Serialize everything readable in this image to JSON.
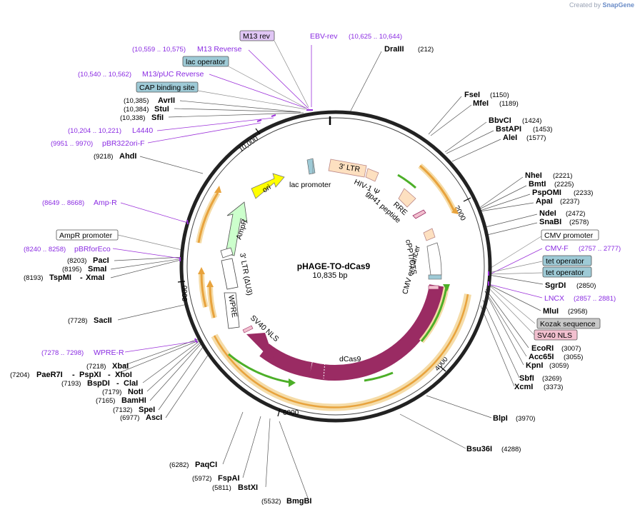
{
  "watermark": {
    "prefix": "Created by",
    "brand": "SnapGene"
  },
  "plasmid": {
    "name": "pHAGE-TO-dCas9",
    "length_label": "10,835 bp",
    "length": 10835
  },
  "ticks": [
    "2000",
    "4000",
    "6000",
    "8000",
    "10,000"
  ],
  "enzymes_right": [
    {
      "name": "DraIII",
      "loc": "(212)"
    },
    {
      "name": "FseI",
      "loc": "(1150)"
    },
    {
      "name": "MfeI",
      "loc": "(1189)"
    },
    {
      "name": "BbvCI",
      "loc": "(1424)"
    },
    {
      "name": "BstAPI",
      "loc": "(1453)"
    },
    {
      "name": "AleI",
      "loc": "(1577)"
    },
    {
      "name": "NheI",
      "loc": "(2221)"
    },
    {
      "name": "BmtI",
      "loc": "(2225)"
    },
    {
      "name": "PspOMI",
      "loc": "(2233)"
    },
    {
      "name": "ApaI",
      "loc": "(2237)"
    },
    {
      "name": "NdeI",
      "loc": "(2472)"
    },
    {
      "name": "SnaBI",
      "loc": "(2578)"
    },
    {
      "name": "SgrDI",
      "loc": "(2850)"
    },
    {
      "name": "MluI",
      "loc": "(2958)"
    },
    {
      "name": "EcoRI",
      "loc": "(3007)"
    },
    {
      "name": "Acc65I",
      "loc": "(3055)"
    },
    {
      "name": "KpnI",
      "loc": "(3059)"
    },
    {
      "name": "SbfI",
      "loc": "(3269)"
    },
    {
      "name": "XcmI",
      "loc": "(3373)"
    },
    {
      "name": "BlpI",
      "loc": "(3970)"
    },
    {
      "name": "Bsu36I",
      "loc": "(4288)"
    }
  ],
  "enzymes_bottom": [
    {
      "name": "BmgBI",
      "loc": "(5532)"
    },
    {
      "name": "BstXI",
      "loc": "(5811)"
    },
    {
      "name": "FspAI",
      "loc": "(5972)"
    },
    {
      "name": "PaqCI",
      "loc": "(6282)"
    }
  ],
  "enzymes_left": [
    {
      "name": "AvrII",
      "loc": "(10,385)"
    },
    {
      "name": "StuI",
      "loc": "(10,384)"
    },
    {
      "name": "SfiI",
      "loc": "(10,338)"
    },
    {
      "name": "AhdI",
      "loc": "(9218)"
    },
    {
      "name": "PacI",
      "loc": "(8203)"
    },
    {
      "name": "SmaI",
      "loc": "(8195)"
    },
    {
      "name": "TspMI",
      "loc": "(8193)"
    },
    {
      "name": "XmaI",
      "loc": ""
    },
    {
      "name": "SacII",
      "loc": "(7728)"
    },
    {
      "name": "XbaI",
      "loc": "(7218)"
    },
    {
      "name": "PaeR7I",
      "loc": "(7204)"
    },
    {
      "name": "PspXI",
      "loc": ""
    },
    {
      "name": "XhoI",
      "loc": ""
    },
    {
      "name": "BspDI",
      "loc": "(7193)"
    },
    {
      "name": "ClaI",
      "loc": ""
    },
    {
      "name": "NotI",
      "loc": "(7179)"
    },
    {
      "name": "BamHI",
      "loc": "(7165)"
    },
    {
      "name": "SpeI",
      "loc": "(7132)"
    },
    {
      "name": "AscI",
      "loc": "(6977)"
    }
  ],
  "primers": [
    {
      "name": "EBV-rev",
      "loc": "(10,625 .. 10,644)"
    },
    {
      "name": "M13 Reverse",
      "loc": "(10,559 .. 10,575)"
    },
    {
      "name": "M13/pUC Reverse",
      "loc": "(10,540 .. 10,562)"
    },
    {
      "name": "L4440",
      "loc": "(10,204 .. 10,221)"
    },
    {
      "name": "pBR322ori-F",
      "loc": "(9951 .. 9970)"
    },
    {
      "name": "Amp-R",
      "loc": "(8649 .. 8668)"
    },
    {
      "name": "pBRforEco",
      "loc": "(8240 .. 8258)"
    },
    {
      "name": "WPRE-R",
      "loc": "(7278 .. 7298)"
    },
    {
      "name": "CMV-F",
      "loc": "(2757 .. 2777)"
    },
    {
      "name": "LNCX",
      "loc": "(2857 .. 2881)"
    }
  ],
  "boxed_labels": {
    "m13_rev": "M13 rev",
    "lac_operator": "lac operator",
    "cap_site": "CAP binding site",
    "ampr_promoter": "AmpR promoter",
    "cmv_promoter": "CMV promoter",
    "tet_operator_1": "tet operator",
    "tet_operator_2": "tet operator",
    "kozak": "Kozak sequence",
    "sv40_nls": "SV40 NLS"
  },
  "features": {
    "ltr3": "3' LTR",
    "hiv_psi": "HIV-1 Ψ",
    "rre": "RRE",
    "gp41": "gp41 peptide",
    "cppt": "cPPT/CTS",
    "cmv_enh": "CMV enhancer",
    "dcas9": "dCas9",
    "sv40nls": "SV40 NLS",
    "wpre": "WPRE",
    "ltr_dU3": "3' LTR (ΔU3)",
    "ampR": "AmpR",
    "ori": "ori",
    "lac_promoter": "lac promoter"
  },
  "colors": {
    "backbone": "#222222",
    "primer": "#9b30d9",
    "dcas9": "#9a2b63",
    "ori": "#ffff00",
    "ampR": "#ccffcc",
    "ltr": "#fde0c0",
    "orange_arrow": "#e8a33d",
    "green_arrow": "#4caf28",
    "tet_box": "#9ecad6",
    "kozak_box": "#c8c8c8",
    "nls_box": "#f2c0cf",
    "m13_box": "#e0c6f5"
  }
}
